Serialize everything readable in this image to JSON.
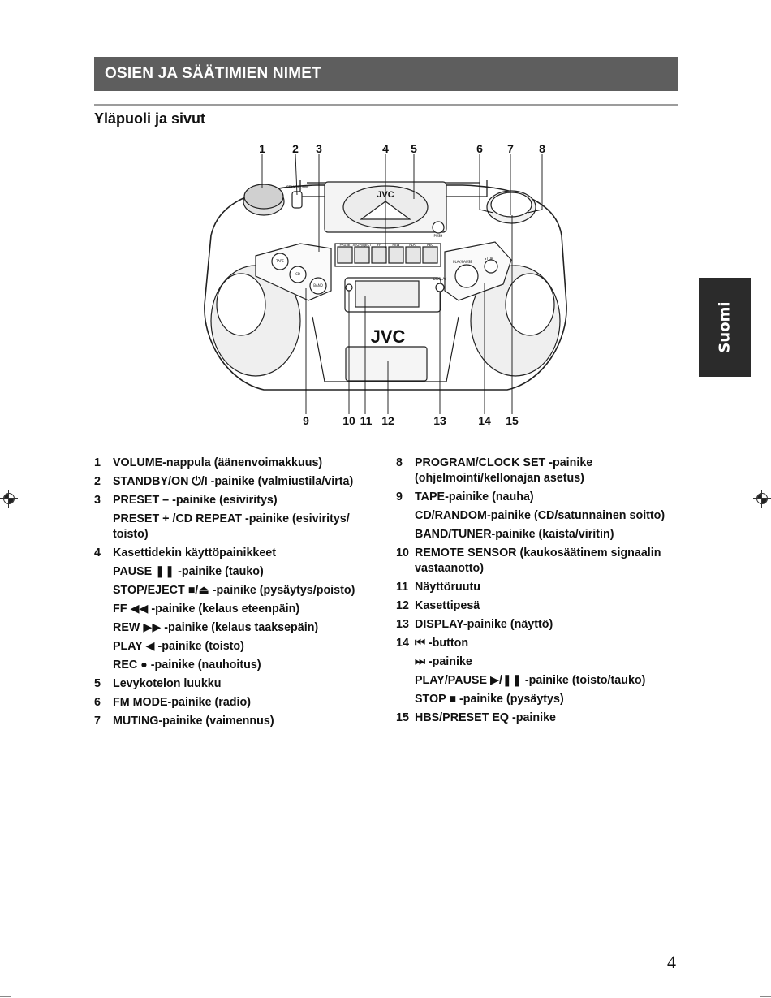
{
  "header": {
    "title": "OSIEN JA SÄÄTIMIEN NIMET"
  },
  "section": {
    "subtitle": "Yläpuoli ja sivut"
  },
  "side_tab": {
    "label": "Suomi"
  },
  "diagram": {
    "callouts_top": [
      "1",
      "2",
      "3",
      "4",
      "5",
      "6",
      "7",
      "8"
    ],
    "callouts_bottom": [
      "9",
      "10",
      "11",
      "12",
      "13",
      "14",
      "15"
    ],
    "brand_label": "JVC",
    "button_labels": {
      "pause": "PAUSE",
      "stop_eject": "STOP/EJECT",
      "ff": "FF",
      "rew": "REW",
      "play": "PLAY",
      "rec": "REC",
      "display": "DISPLAY",
      "push": "PUSH",
      "stop": "STOP",
      "play_pause": "PLAY/PAUSE",
      "tape": "TAPE",
      "cd": "CD",
      "band": "BAND",
      "standby": "STANDBY/ON"
    }
  },
  "left_list": [
    {
      "num": "1",
      "text": "VOLUME-nappula (äänenvoimakkuus)"
    },
    {
      "num": "2",
      "text": "STANDBY/ON ⏻/I -painike (valmiustila/virta)"
    },
    {
      "num": "3",
      "text": "PRESET – -painike (esiviritys)"
    },
    {
      "num": "",
      "text": "PRESET + /CD REPEAT -painike (esiviritys/ toisto)"
    },
    {
      "num": "4",
      "text": "Kasettidekin käyttöpainikkeet"
    },
    {
      "num": "",
      "text": "PAUSE ❚❚ -painike (tauko)"
    },
    {
      "num": "",
      "text": "STOP/EJECT ■/⏏ -painike (pysäytys/poisto)"
    },
    {
      "num": "",
      "text": "FF ◀◀ -painike (kelaus eteenpäin)"
    },
    {
      "num": "",
      "text": "REW ▶▶ -painike (kelaus taaksepäin)"
    },
    {
      "num": "",
      "text": "PLAY ◀  -painike (toisto)"
    },
    {
      "num": "",
      "text": "REC ● -painike (nauhoitus)"
    },
    {
      "num": "5",
      "text": "Levykotelon luukku"
    },
    {
      "num": "6",
      "text": "FM MODE-painike (radio)"
    },
    {
      "num": "7",
      "text": "MUTING-painike (vaimennus)"
    }
  ],
  "right_list": [
    {
      "num": "8",
      "text": "PROGRAM/CLOCK SET -painike (ohjelmointi/kellonajan asetus)"
    },
    {
      "num": "9",
      "text": "TAPE-painike (nauha)"
    },
    {
      "num": "",
      "text": "CD/RANDOM-painike (CD/satunnainen soitto)"
    },
    {
      "num": "",
      "text": "BAND/TUNER-painike (kaista/viritin)"
    },
    {
      "num": "10",
      "text": "REMOTE SENSOR (kaukosäätinem signaalin vastaanotto)"
    },
    {
      "num": "11",
      "text": "Näyttöruutu"
    },
    {
      "num": "12",
      "text": "Kasettipesä"
    },
    {
      "num": "13",
      "text": "DISPLAY-painike (näyttö)"
    },
    {
      "num": "14",
      "text": "⏮ -button"
    },
    {
      "num": "",
      "text": "⏭ -painike"
    },
    {
      "num": "",
      "text": "PLAY/PAUSE ▶/❚❚ -painike (toisto/tauko)"
    },
    {
      "num": "",
      "text": "STOP ■ -painike (pysäytys)"
    },
    {
      "num": "15",
      "text": "HBS/PRESET EQ -painike"
    }
  ],
  "footer": {
    "page_number": "4"
  }
}
